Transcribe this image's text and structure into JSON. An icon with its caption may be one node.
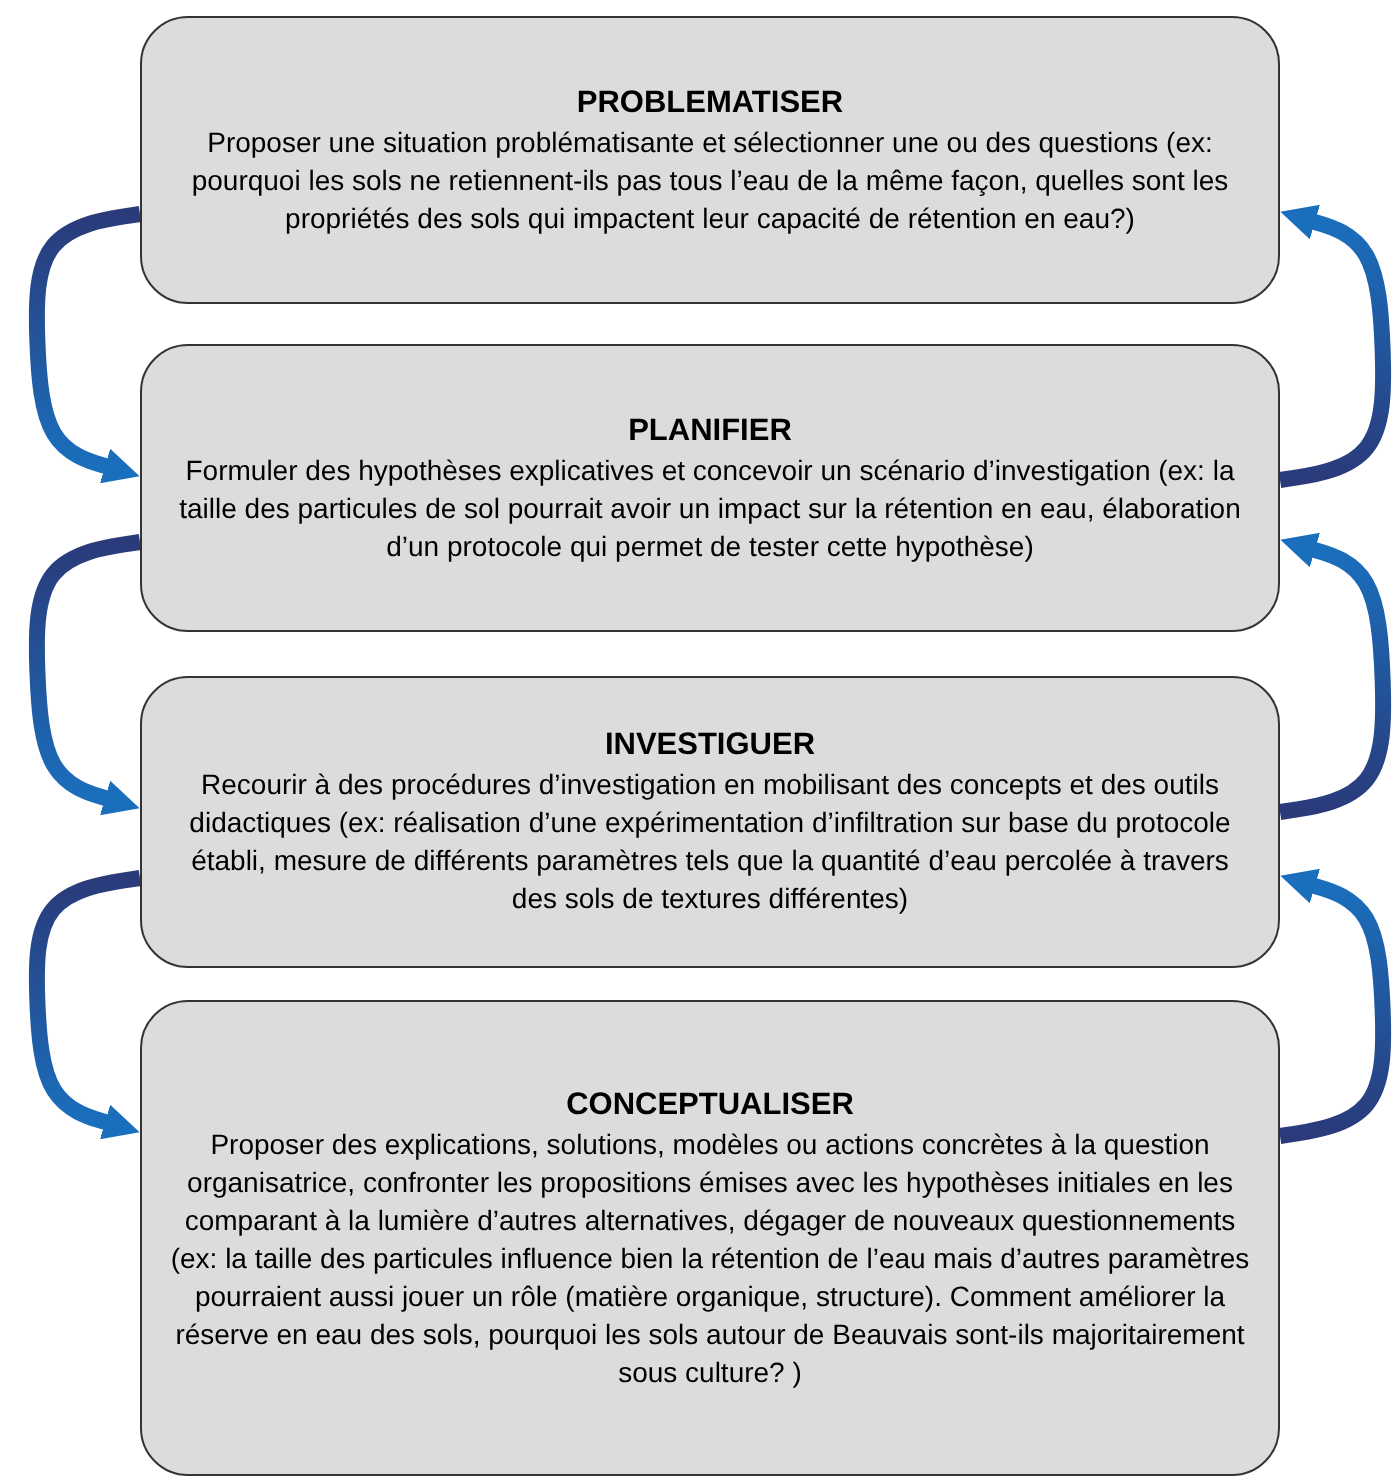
{
  "diagram": {
    "nodes": [
      {
        "text": [
          "PROBLEMATISER",
          "Proposer une situation problématisante et sélectionner une ou des questions (ex: pourquoi les sols ne retiennent-ils pas tous l’eau de la même façon, quelles sont les propriétés des sols qui impactent leur capacité de rétention en eau?)"
        ]
      },
      {
        "text": [
          "PLANIFIER",
          "Formuler des hypothèses explicatives et concevoir un scénario d’investigation (ex: la taille des particules de sol pourrait avoir un impact sur la rétention en eau, élaboration d’un protocole qui permet de tester cette hypothèse)"
        ]
      },
      {
        "text": [
          "INVESTIGUER",
          "Recourir à des procédures d’investigation en mobilisant des concepts et des outils didactiques (ex: réalisation d’une expérimentation d’infiltration sur base du protocole établi, mesure de différents paramètres tels que la quantité d’eau percolée à travers des sols de textures différentes)"
        ]
      },
      {
        "text": [
          "CONCEPTUALISER",
          "Proposer des explications, solutions, modèles ou actions concrètes à la question organisatrice, confronter les propositions émises avec les hypothèses initiales en les comparant à la lumière d’autres alternatives, dégager de nouveaux questionnements (ex: la taille des particules influence bien la rétention de l’eau mais d’autres paramètres pourraient aussi jouer un rôle (matière organique, structure). Comment améliorer la réserve en eau des sols, pourquoi les sols autour de Beauvais sont-ils majoritairement sous culture? )"
        ]
      }
    ],
    "edges": [
      {
        "from": 0,
        "to": 1,
        "arrow": "to"
      },
      {
        "from": 1,
        "to": 2,
        "arrow": "to"
      },
      {
        "from": 2,
        "to": 3,
        "arrow": "to"
      },
      {
        "from": 1,
        "to": 0,
        "arrow": "to"
      },
      {
        "from": 2,
        "to": 1,
        "arrow": "to"
      },
      {
        "from": 3,
        "to": 2,
        "arrow": "to"
      }
    ]
  }
}
